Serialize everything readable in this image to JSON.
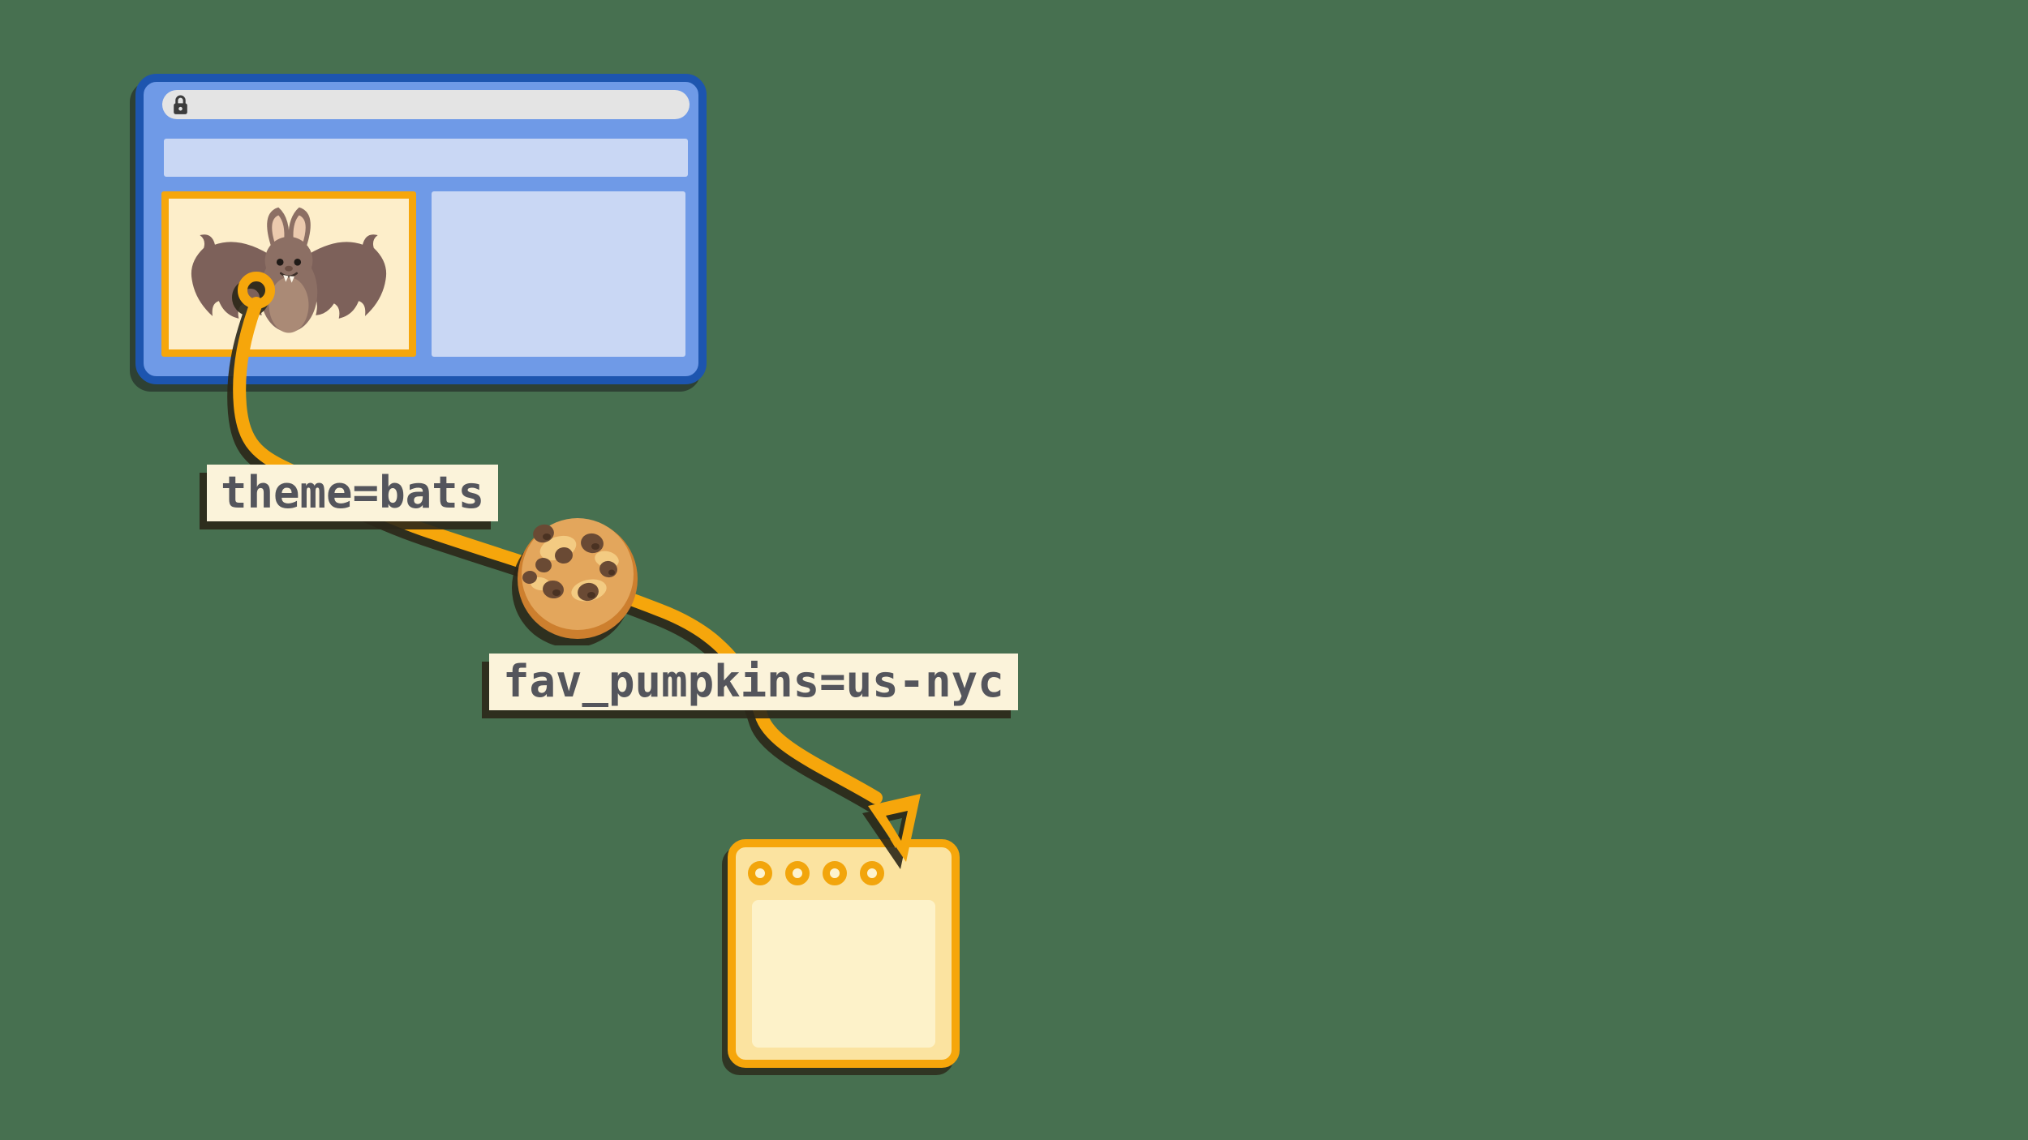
{
  "canvas": {
    "background_color": "#477050"
  },
  "browser_window": {
    "name": "illustrated browser window",
    "border_color": "#1d55af",
    "body_color": "#6f9ae7",
    "url_bar": {
      "color": "#e4e4e4",
      "icon": "lock-icon",
      "lock_color": "#3c3c3c"
    },
    "nav_strip_color": "#c9d7f4",
    "image_frame": {
      "border_color": "#f6a60b",
      "background": "#fdeeca",
      "icon": "bat-illustration"
    },
    "side_panel_color": "#c9d7f4"
  },
  "cookie_flow": {
    "line_color": "#f6a60b",
    "shadow_color": "#2b2718",
    "start_marker": "ring-marker",
    "cookie_icon": "cookie-icon",
    "end_marker": "arrow-head",
    "labels": [
      {
        "text": "theme=bats"
      },
      {
        "text": "fav_pumpkins=us-nyc"
      }
    ],
    "label_background": "#fbf3da",
    "label_text_color": "#54555c"
  },
  "cookie_jar_panel": {
    "name": "cookie storage panel",
    "border_color": "#f6a60b",
    "header_background": "#fbe3a0",
    "inner_background": "#fdf2c9",
    "dot_count": 4,
    "dot_ring_color": "#f2a50c"
  }
}
